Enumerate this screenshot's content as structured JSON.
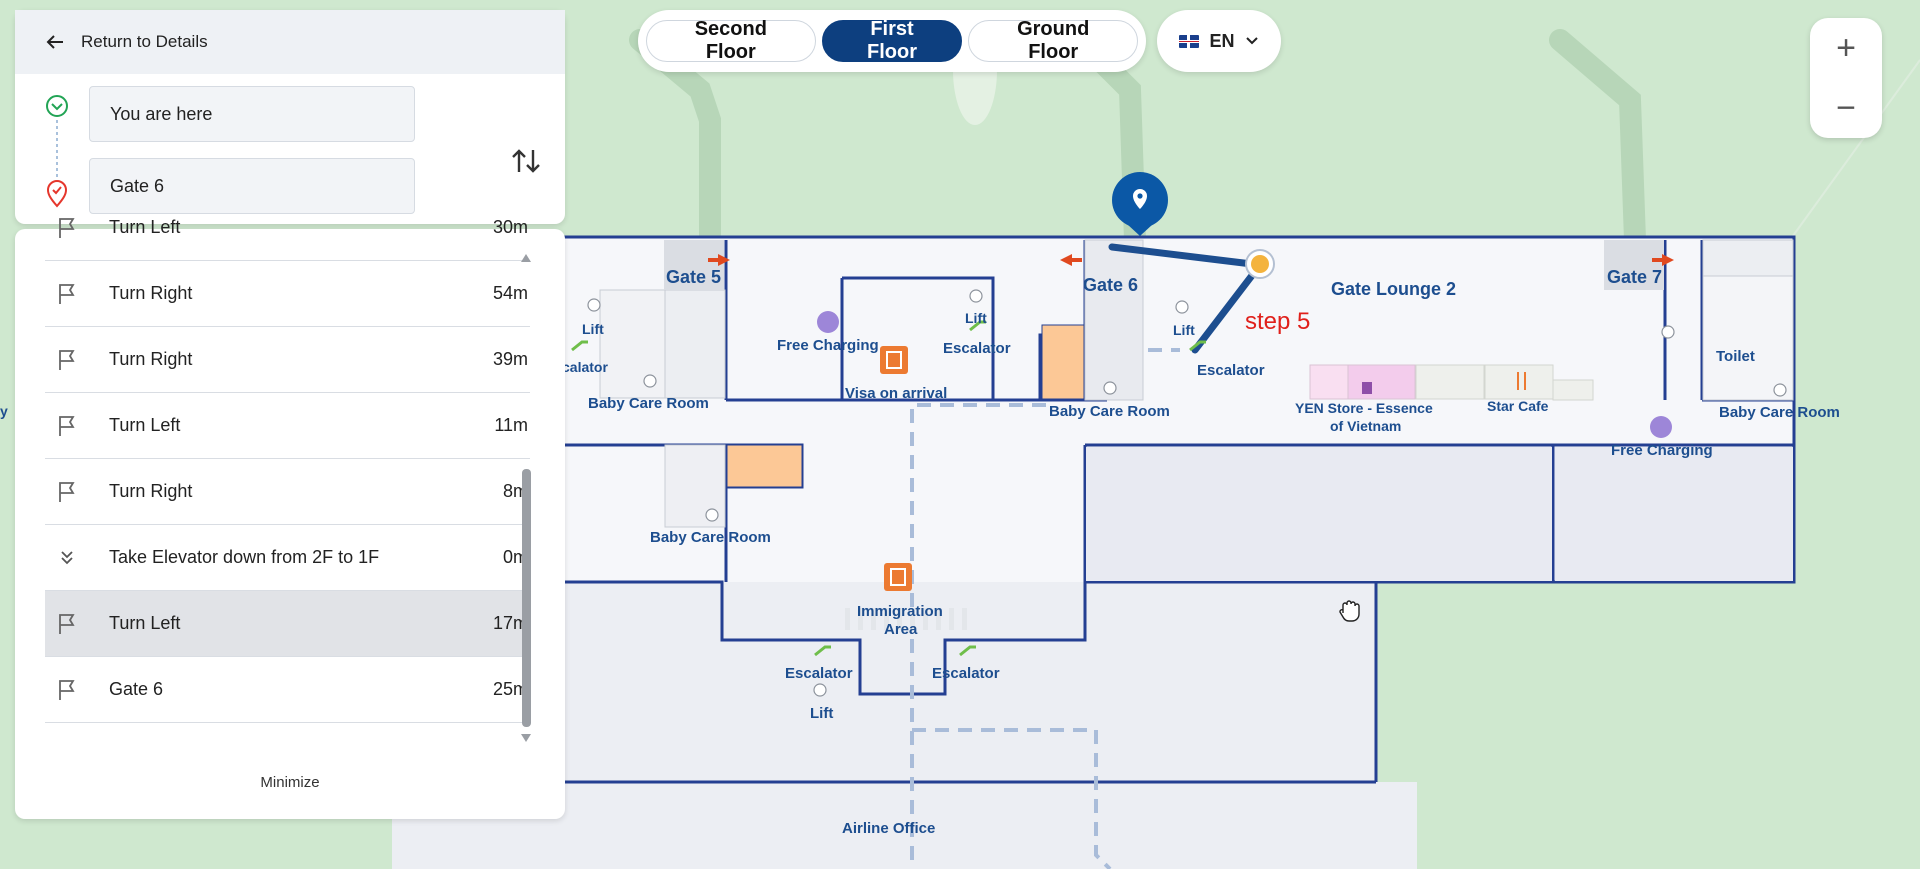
{
  "floors": {
    "second": "Second Floor",
    "first": "First Floor",
    "ground": "Ground Floor",
    "active": "First Floor"
  },
  "language": {
    "code": "EN"
  },
  "zoom": {
    "in": "+",
    "out": "−"
  },
  "panel": {
    "back_label": "Return to Details",
    "origin_value": "You are here",
    "destination_value": "Gate 6",
    "minimize_label": "Minimize",
    "steps": [
      {
        "label": "Turn Left",
        "distance": "30m",
        "icon": "flag-icon"
      },
      {
        "label": "Turn Right",
        "distance": "54m",
        "icon": "flag-icon"
      },
      {
        "label": "Turn Right",
        "distance": "39m",
        "icon": "flag-icon"
      },
      {
        "label": "Turn Left",
        "distance": "11m",
        "icon": "flag-icon"
      },
      {
        "label": "Turn Right",
        "distance": "8m",
        "icon": "flag-icon"
      },
      {
        "label": "Take Elevator down from 2F to 1F",
        "distance": "0m",
        "icon": "double-chevron-down-icon"
      },
      {
        "label": "Turn Left",
        "distance": "17m",
        "icon": "flag-icon",
        "selected": true
      },
      {
        "label": "Gate 6",
        "distance": "25m",
        "icon": "flag-icon"
      }
    ]
  },
  "map": {
    "step_label": "step 5",
    "labels": {
      "gate5": "Gate 5",
      "gate6": "Gate 6",
      "gate7": "Gate 7",
      "gate_lounge": "Gate Lounge 2",
      "lift": "Lift",
      "escalator": "Escalator",
      "escalator_cut": "calator",
      "edge_cut": "y",
      "free_charging": "Free Charging",
      "baby_care": "Baby Care Room",
      "visa": "Visa on arrival",
      "yen_store_1": "YEN Store - Essence",
      "yen_store_2": "of Vietnam",
      "star_cafe": "Star Cafe",
      "toilet": "Toilet",
      "immigration_1": "Immigration",
      "immigration_2": "Area",
      "airline_office": "Airline Office"
    }
  },
  "colors": {
    "brand": "#0d3f7f",
    "route": "#1d4e8f",
    "step_text": "#e0201b",
    "wall": "#243f92"
  }
}
